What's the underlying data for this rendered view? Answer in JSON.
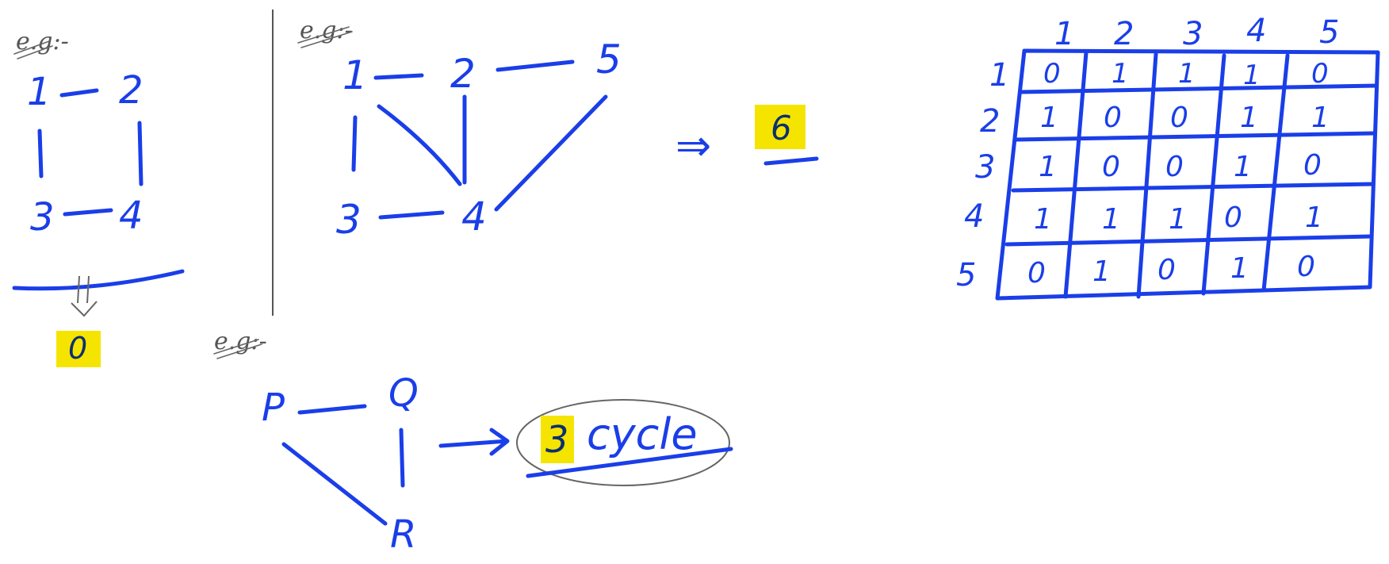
{
  "eg_label": "e.g:-",
  "graph_a": {
    "nodes": [
      "1",
      "2",
      "3",
      "4"
    ],
    "result": "0"
  },
  "graph_b": {
    "nodes": [
      "1",
      "2",
      "5",
      "3",
      "4"
    ],
    "implies": "⇒",
    "result": "6"
  },
  "graph_c": {
    "nodes": [
      "P",
      "Q",
      "R"
    ],
    "result_number": "3",
    "result_text": "cycle"
  },
  "matrix": {
    "col_headers": [
      "1",
      "2",
      "3",
      "4",
      "5"
    ],
    "row_headers": [
      "1",
      "2",
      "3",
      "4",
      "5"
    ],
    "rows": [
      [
        "0",
        "1",
        "1",
        "1",
        "0"
      ],
      [
        "1",
        "0",
        "0",
        "1",
        "1"
      ],
      [
        "1",
        "0",
        "0",
        "1",
        "0"
      ],
      [
        "1",
        "1",
        "1",
        "0",
        "1"
      ],
      [
        "0",
        "1",
        "0",
        "1",
        "0"
      ]
    ]
  },
  "colors": {
    "ink": "#1a3ee8",
    "highlight": "#f5e400",
    "pencil": "#666666"
  }
}
